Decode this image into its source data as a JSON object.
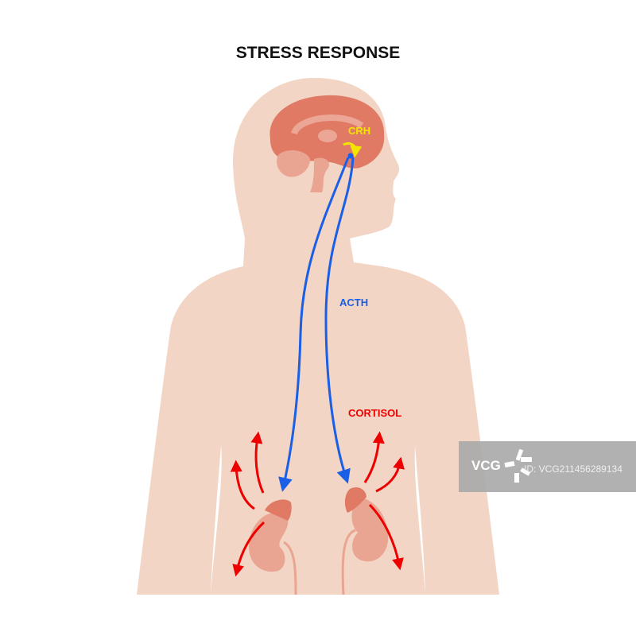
{
  "title": "STRESS RESPONSE",
  "labels": {
    "crh": "CRH",
    "acth": "ACTH",
    "cortisol": "CORTISOL"
  },
  "watermark": {
    "logo": "VCG",
    "id": "ID: VCG211456289134"
  },
  "colors": {
    "skin": "#f2d5c4",
    "brain": "#e07a65",
    "organ_light": "#e9a592",
    "acth": "#1a5fe6",
    "cortisol": "#ee0000",
    "crh": "#f2e600"
  }
}
